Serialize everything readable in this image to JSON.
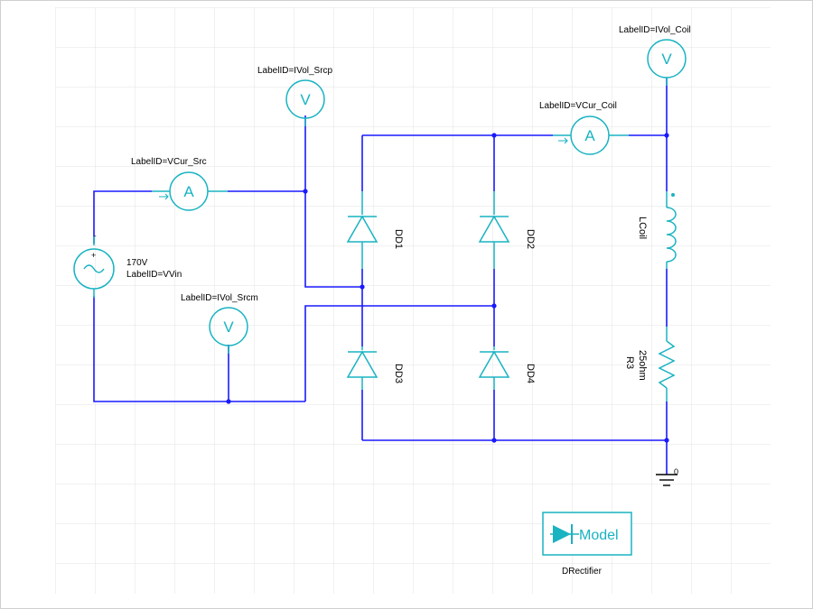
{
  "colors": {
    "wire": "#1a1aff",
    "component": "#19b3c2",
    "grid": "#e3e3e3",
    "text": "#000000",
    "background": "#ffffff"
  },
  "source": {
    "value": "170V",
    "label": "LabelID=VVin",
    "icon": "ac-voltage-source-icon"
  },
  "meters": {
    "vcur_src": {
      "label": "LabelID=VCur_Src",
      "letter": "A"
    },
    "ivol_srcp": {
      "label": "LabelID=IVol_Srcp",
      "letter": "V"
    },
    "ivol_srcm": {
      "label": "LabelID=IVol_Srcm",
      "letter": "V"
    },
    "vcur_coil": {
      "label": "LabelID=VCur_Coil",
      "letter": "A"
    },
    "ivol_coil": {
      "label": "LabelID=IVol_Coil",
      "letter": "V"
    }
  },
  "diodes": {
    "dd1": "DD1",
    "dd2": "DD2",
    "dd3": "DD3",
    "dd4": "DD4"
  },
  "inductor": {
    "label": "LCoil",
    "icon": "inductor-icon"
  },
  "resistor": {
    "label": "R3",
    "value": "25ohm",
    "icon": "resistor-icon"
  },
  "ground": {
    "label": "0",
    "icon": "ground-icon"
  },
  "model": {
    "text": "Model",
    "caption": "DRectifier",
    "icon": "diode-model-icon"
  }
}
